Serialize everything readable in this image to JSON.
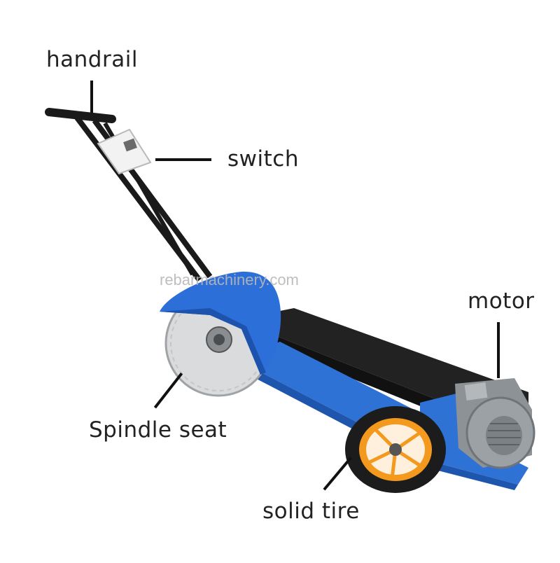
{
  "callouts": {
    "handrail": "handrail",
    "switch": "switch",
    "motor": "motor",
    "spindle_seat": "Spindle seat",
    "solid_tire": "solid tire"
  },
  "watermark": "rebarmachinery.com",
  "colors": {
    "frame_blue": "#2f72d6",
    "guard_blue": "#2d6fd8",
    "tire_black": "#1c1c1c",
    "rim_orange": "#f39a1e",
    "motor_grey": "#8d9296",
    "blade_silver": "#d9dbdc",
    "handle_black": "#1a1a1a",
    "belt_cover_black": "#222222"
  }
}
